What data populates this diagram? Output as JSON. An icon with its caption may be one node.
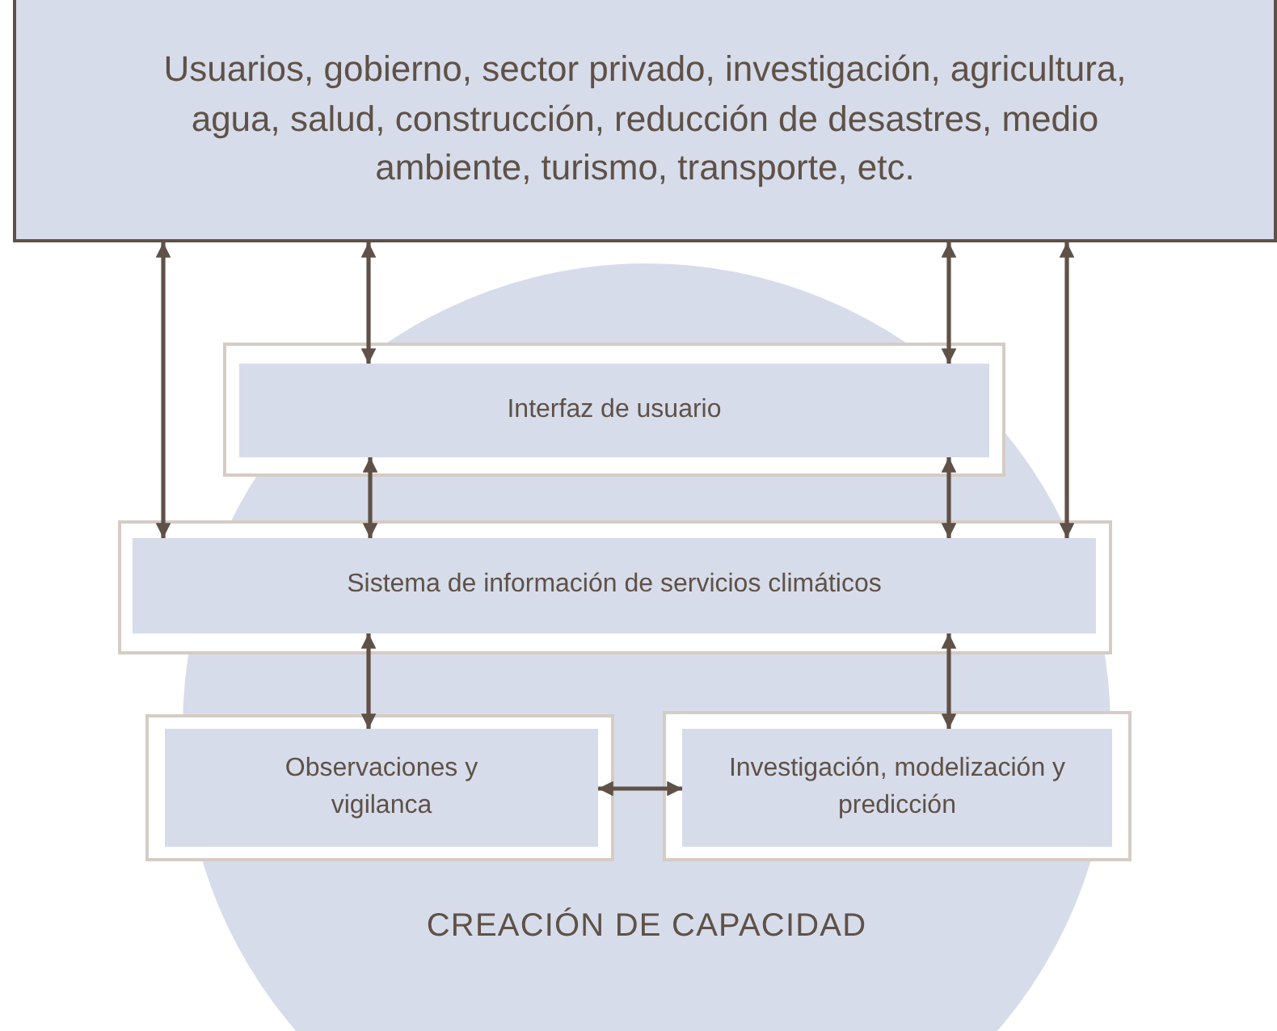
{
  "diagram": {
    "nodes": [
      {
        "text": [
          "Usuarios, gobierno, sector privado, investigación, agricultura, agua, salud, construcción, reducción de desastres, medio ambiente, turismo, transporte, etc."
        ]
      },
      {
        "text": [
          "Interfaz de usuario"
        ]
      },
      {
        "text": [
          "Sistema de información de servicios climáticos"
        ]
      },
      {
        "text": [
          "Observaciones y vigilanca"
        ]
      },
      {
        "text": [
          "Investigación, modelización y predicción"
        ]
      }
    ],
    "edges": [
      {
        "from": 0,
        "to": 2,
        "arrow": "both"
      },
      {
        "from": 0,
        "to": 1,
        "arrow": "both"
      },
      {
        "from": 0,
        "to": 1,
        "arrow": "both"
      },
      {
        "from": 0,
        "to": 2,
        "arrow": "both"
      },
      {
        "from": 1,
        "to": 2,
        "arrow": "both"
      },
      {
        "from": 1,
        "to": 2,
        "arrow": "both"
      },
      {
        "from": 2,
        "to": 3,
        "arrow": "both"
      },
      {
        "from": 2,
        "to": 4,
        "arrow": "both"
      },
      {
        "from": 3,
        "to": 4,
        "arrow": "both"
      }
    ],
    "labels": [
      "CREACIÓN DE CAPACIDAD"
    ]
  }
}
